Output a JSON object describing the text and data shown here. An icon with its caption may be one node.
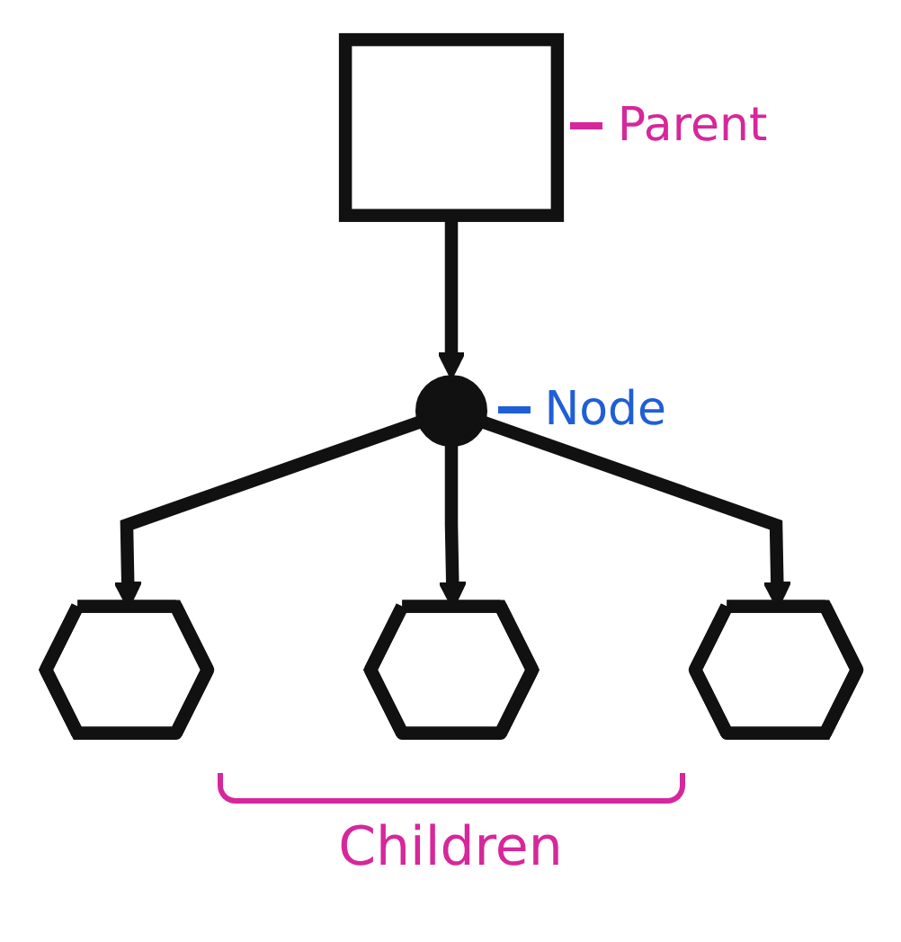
{
  "diagram": {
    "nodes": [
      {
        "text": [],
        "shape": "box",
        "beside": [
          "Parent"
        ]
      },
      {
        "text": [],
        "shape": "circle",
        "beside": [
          "Node"
        ]
      },
      {
        "text": [],
        "shape": "pentagon"
      },
      {
        "text": [],
        "shape": "pentagon"
      },
      {
        "text": [],
        "shape": "pentagon"
      }
    ],
    "edges": [
      {
        "from": 0,
        "to": 1,
        "arrow": "to"
      },
      {
        "from": 1,
        "to": 2,
        "arrow": "to"
      },
      {
        "from": 1,
        "to": 3,
        "arrow": "to"
      },
      {
        "from": 1,
        "to": 4,
        "arrow": "to"
      }
    ],
    "labels": [
      "Children"
    ]
  }
}
